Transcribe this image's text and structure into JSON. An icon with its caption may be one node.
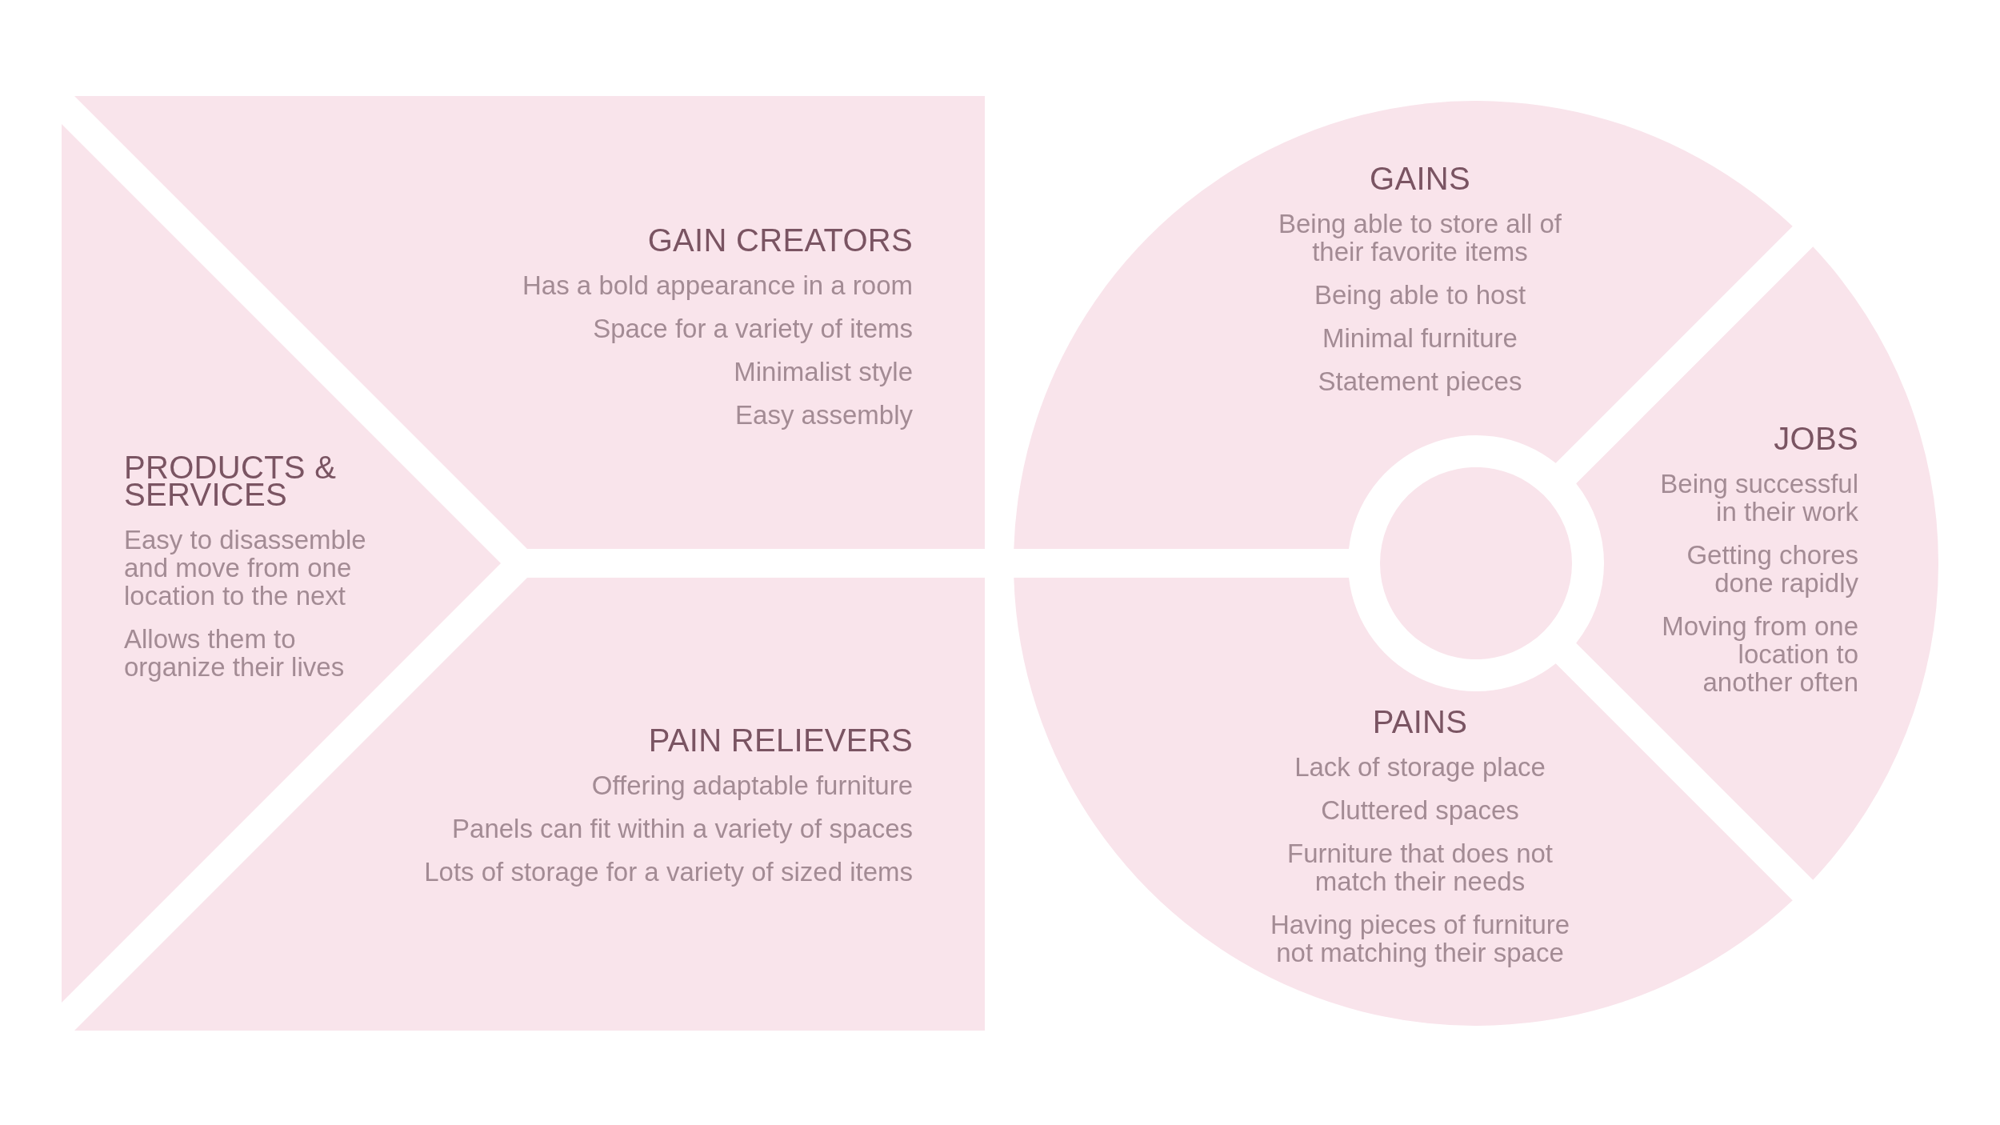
{
  "diagram": {
    "nodes": [
      {
        "text": [
          "PRODUCTS & SERVICES",
          "Easy to disassemble and move from one location to the next",
          "Allows them to organize their lives"
        ]
      },
      {
        "text": [
          "GAIN CREATORS",
          "Has a bold appearance in a room",
          "Space for a variety of items",
          "Minimalist style",
          "Easy assembly"
        ]
      },
      {
        "text": [
          "PAIN RELIEVERS",
          "Offering adaptable furniture",
          "Panels can fit within a variety of spaces",
          "Lots of storage for a variety of sized items"
        ]
      },
      {
        "text": [
          "GAINS",
          "Being able to store all of their favorite items",
          "Being able to host",
          "Minimal furniture",
          "Statement pieces"
        ]
      },
      {
        "text": [
          "JOBS",
          "Being successful in their work",
          "Getting chores done rapidly",
          "Moving from one location to another often"
        ]
      },
      {
        "text": [
          "PAINS",
          "Lack of storage place",
          "Cluttered spaces",
          "Furniture that does not match their needs",
          "Having pieces of furniture not matching their space"
        ]
      },
      {
        "text": [],
        "shape": "circle"
      }
    ]
  }
}
